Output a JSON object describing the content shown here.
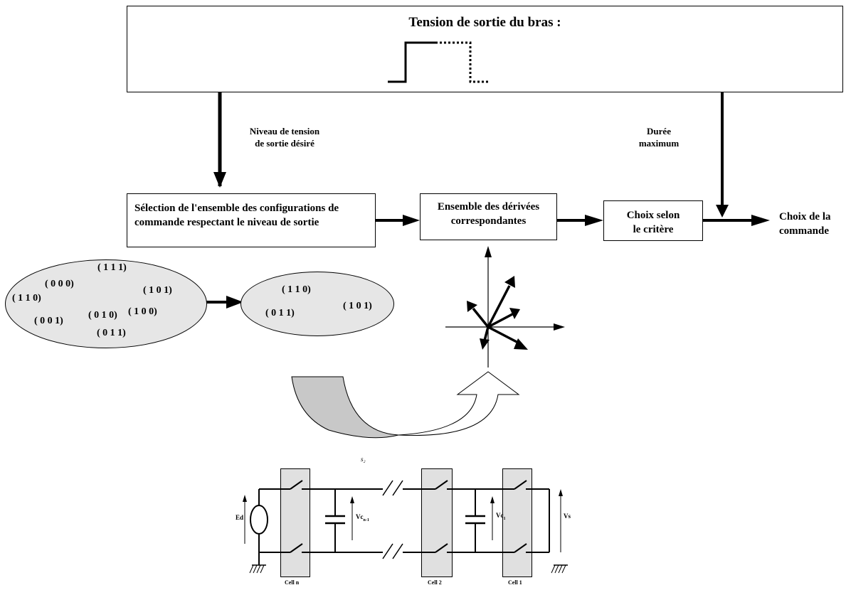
{
  "top_box": {
    "title": "Tension de sortie du bras :"
  },
  "labels": {
    "desired_level": [
      "Niveau de tension",
      "de sortie désiré"
    ],
    "max_duration": [
      "Durée",
      "maximum"
    ],
    "output": [
      "Choix de la",
      "commande"
    ]
  },
  "boxes": {
    "selection": [
      "Sélection de l'ensemble des configurations de",
      "commande respectant le niveau de sortie"
    ],
    "derivatives": [
      "Ensemble des dérivées",
      "correspondantes"
    ],
    "choice": [
      "Choix selon",
      "le critère"
    ]
  },
  "all_configs": [
    "( 1 1 1)",
    "( 0 0 0)",
    "( 1 0 1)",
    "( 1 1 0)",
    "( 0 1 0)",
    "( 1 0 0)",
    "( 0 0 1)",
    "( 0 1 1)"
  ],
  "selected_configs": [
    "( 1 1 0)",
    "( 0 1 1)",
    "( 1 0 1)"
  ],
  "circuit": {
    "s2_label": "s₂",
    "source_label": "Ed",
    "vc_n1": {
      "main": "Vc",
      "sub": "n-1"
    },
    "vc_1": {
      "main": "Vc",
      "sub": "1"
    },
    "vs_label": "Vs",
    "cells": [
      "Cell n",
      "Cell 2",
      "Cell 1"
    ]
  }
}
